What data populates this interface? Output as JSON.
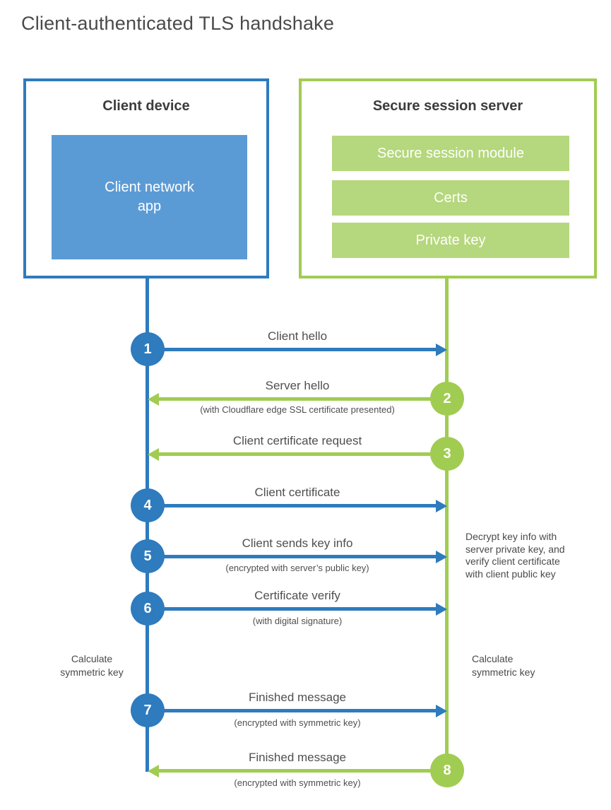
{
  "title": "Client-authenticated TLS handshake",
  "client": {
    "title": "Client device",
    "app_label": "Client network app"
  },
  "server": {
    "title": "Secure session server",
    "modules": [
      "Secure session module",
      "Certs",
      "Private key"
    ]
  },
  "steps": [
    {
      "num": "1",
      "label": "Client hello",
      "sub": "",
      "direction": "client-to-server"
    },
    {
      "num": "2",
      "label": "Server hello",
      "sub": "(with Cloudflare edge SSL certificate presented)",
      "direction": "server-to-client"
    },
    {
      "num": "3",
      "label": "Client certificate request",
      "sub": "",
      "direction": "server-to-client"
    },
    {
      "num": "4",
      "label": "Client certificate",
      "sub": "",
      "direction": "client-to-server"
    },
    {
      "num": "5",
      "label": "Client sends key info",
      "sub": "(encrypted with server’s public key)",
      "direction": "client-to-server"
    },
    {
      "num": "6",
      "label": "Certificate verify",
      "sub": "(with digital signature)",
      "direction": "client-to-server"
    },
    {
      "num": "7",
      "label": "Finished message",
      "sub": "(encrypted with symmetric key)",
      "direction": "client-to-server"
    },
    {
      "num": "8",
      "label": "Finished message",
      "sub": "(encrypted with symmetric key)",
      "direction": "server-to-client"
    }
  ],
  "annotations": {
    "decrypt_note": "Decrypt key info with\nserver private key, and\nverify client certificate\nwith client public key",
    "calculate_left": "Calculate\nsymmetric key",
    "calculate_right": "Calculate\nsymmetric key"
  },
  "colors": {
    "client_blue": "#2e7bbe",
    "client_fill_blue": "#5b9bd5",
    "server_green": "#a1cc52",
    "server_fill_green": "#b5d77d"
  }
}
